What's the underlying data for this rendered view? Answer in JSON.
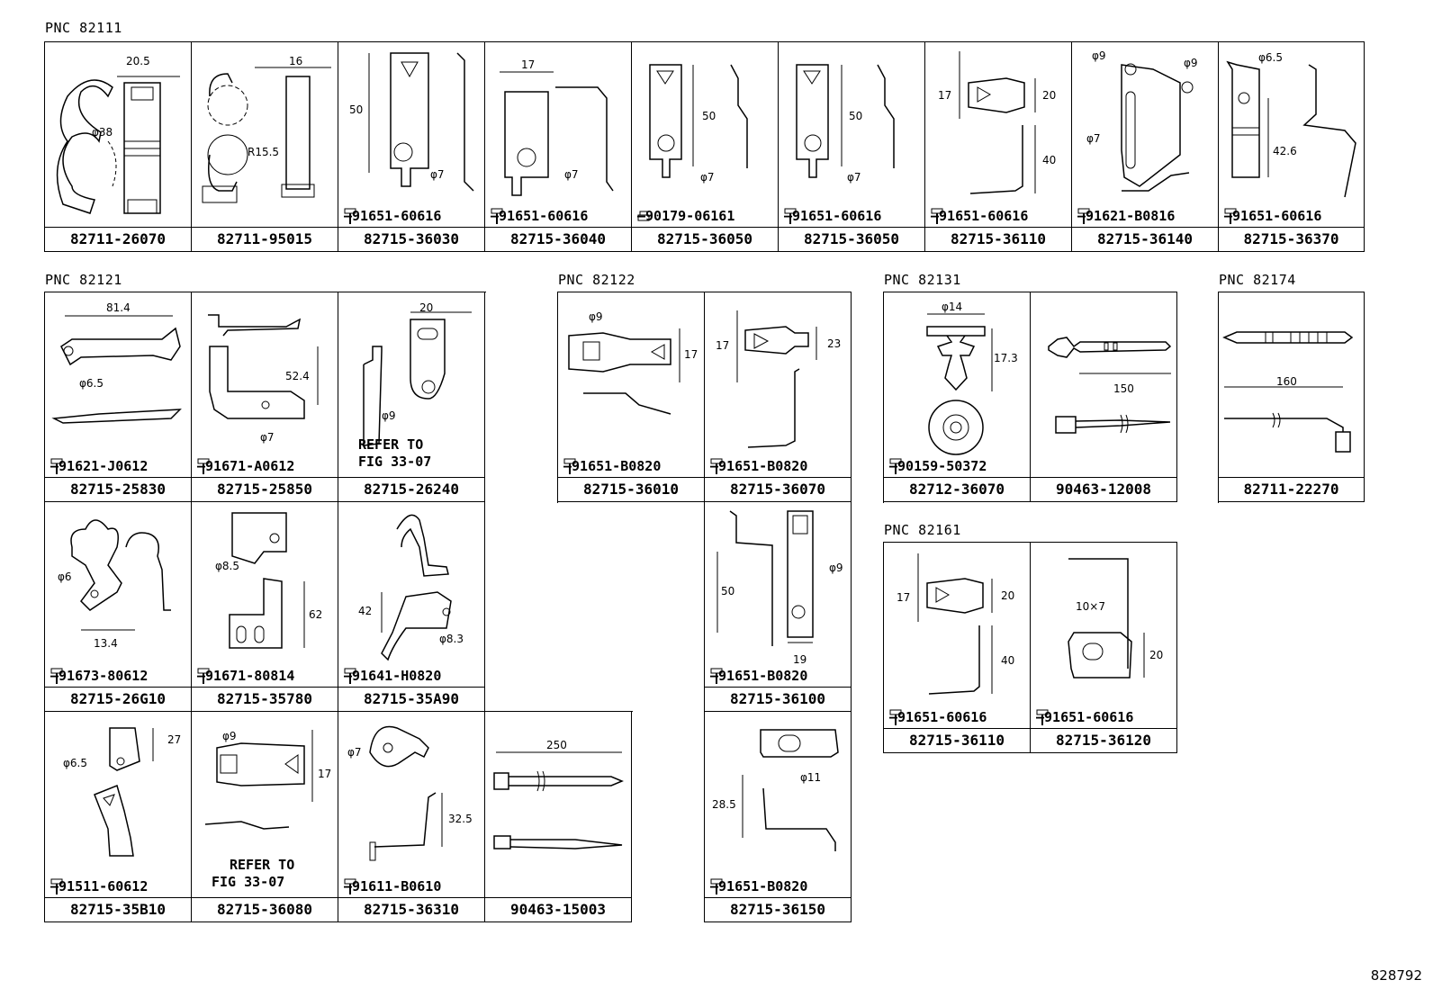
{
  "ref_number": "828792",
  "groups": {
    "g82111": "PNC 82111",
    "g82121": "PNC 82121",
    "g82122": "PNC 82122",
    "g82131": "PNC 82131",
    "g82174": "PNC 82174",
    "g82161": "PNC 82161"
  },
  "cells": {
    "c1": {
      "part": "82711-26070",
      "dims": [
        "20.5",
        "φ38"
      ]
    },
    "c2": {
      "part": "82711-95015",
      "dims": [
        "16",
        "R15.5"
      ]
    },
    "c3": {
      "part": "82715-36030",
      "bolt": "91651-60616",
      "dims": [
        "50",
        "φ7"
      ]
    },
    "c4": {
      "part": "82715-36040",
      "bolt": "91651-60616",
      "dims": [
        "17",
        "φ7"
      ]
    },
    "c5": {
      "part": "82715-36050",
      "bolt": "90179-06161",
      "dims": [
        "50",
        "φ7"
      ]
    },
    "c6": {
      "part": "82715-36050",
      "bolt": "91651-60616",
      "dims": [
        "50",
        "φ7"
      ]
    },
    "c7": {
      "part": "82715-36110",
      "bolt": "91651-60616",
      "dims": [
        "17",
        "20",
        "40"
      ]
    },
    "c8": {
      "part": "82715-36140",
      "bolt": "91621-B0816",
      "dims": [
        "φ9",
        "φ9",
        "φ7"
      ]
    },
    "c9": {
      "part": "82715-36370",
      "bolt": "91651-60616",
      "dims": [
        "φ6.5",
        "42.6"
      ]
    },
    "c10": {
      "part": "82715-25830",
      "bolt": "91621-J0612",
      "dims": [
        "81.4",
        "φ6.5"
      ]
    },
    "c11": {
      "part": "82715-25850",
      "bolt": "91671-A0612",
      "dims": [
        "52.4",
        "φ7"
      ]
    },
    "c12": {
      "part": "82715-26240",
      "refer": [
        "REFER TO",
        "FIG 33-07"
      ],
      "dims": [
        "20",
        "φ9"
      ]
    },
    "c13": {
      "part": "82715-26G10",
      "bolt": "91673-80612",
      "dims": [
        "φ6",
        "13.4"
      ]
    },
    "c14": {
      "part": "82715-35780",
      "bolt": "91671-80814",
      "dims": [
        "φ8.5",
        "62"
      ]
    },
    "c15": {
      "part": "82715-35A90",
      "bolt": "91641-H0820",
      "dims": [
        "42",
        "φ8.3"
      ]
    },
    "c16": {
      "part": "82715-35B10",
      "bolt": "91511-60612",
      "dims": [
        "27",
        "φ6.5"
      ]
    },
    "c17": {
      "part": "82715-36080",
      "refer": [
        "REFER TO",
        "FIG 33-07"
      ],
      "dims": [
        "φ9",
        "17"
      ]
    },
    "c18": {
      "part": "82715-36310",
      "bolt": "91611-B0610",
      "dims": [
        "φ7",
        "32.5"
      ]
    },
    "c19": {
      "part": "90463-15003",
      "dims": [
        "250"
      ]
    },
    "c20": {
      "part": "82715-36010",
      "bolt": "91651-B0820",
      "dims": [
        "φ9",
        "17"
      ]
    },
    "c21": {
      "part": "82715-36070",
      "bolt": "91651-B0820",
      "dims": [
        "17",
        "23"
      ]
    },
    "c22": {
      "part": "82715-36100",
      "bolt": "91651-B0820",
      "dims": [
        "50",
        "φ9",
        "19"
      ]
    },
    "c23": {
      "part": "82715-36150",
      "bolt": "91651-B0820",
      "dims": [
        "φ11",
        "28.5"
      ]
    },
    "c24": {
      "part": "82712-36070",
      "bolt": "90159-50372",
      "dims": [
        "φ14",
        "17.3"
      ]
    },
    "c25": {
      "part": "90463-12008",
      "dims": [
        "150"
      ]
    },
    "c26": {
      "part": "82711-22270",
      "dims": [
        "160"
      ]
    },
    "c27": {
      "part": "82715-36110",
      "bolt": "91651-60616",
      "dims": [
        "17",
        "20",
        "40"
      ]
    },
    "c28": {
      "part": "82715-36120",
      "bolt": "91651-60616",
      "dims": [
        "10×7",
        "20"
      ]
    }
  }
}
